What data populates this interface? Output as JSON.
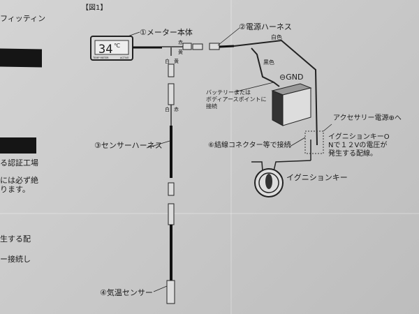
{
  "figure_label": "【図1】",
  "left_column": {
    "lines": [
      "フィッティン",
      "る認証工場",
      "には必ず絶",
      "ります。",
      "生する配",
      "ー接続し"
    ]
  },
  "meter": {
    "label": "①メーター本体",
    "display_value": "34",
    "display_unit": "℃",
    "brand_left": "TEMP METER",
    "brand_right": "ACTIVE"
  },
  "wire_colors": {
    "red": "赤",
    "yellow": "黄",
    "white": "白",
    "white_color": "白色",
    "black_color": "黒色"
  },
  "power_harness": {
    "label": "②電源ハーネス"
  },
  "gnd": {
    "label": "⊖GND"
  },
  "battery_note": [
    "バッテリーまたは",
    "ボディアースポイントに",
    "接続"
  ],
  "accessory": {
    "label": "アクセサリー電源⊕へ"
  },
  "ignition_note": [
    "イグニションキーO",
    "Nで１２Vの電圧が",
    "発生する配線。"
  ],
  "connector_note": {
    "label": "⑥結線コネクター等で接続"
  },
  "ignition_key": {
    "label": "イグニションキー"
  },
  "sensor_harness": {
    "label": "③センサーハーネス"
  },
  "temp_sensor": {
    "label": "④気温センサー"
  }
}
